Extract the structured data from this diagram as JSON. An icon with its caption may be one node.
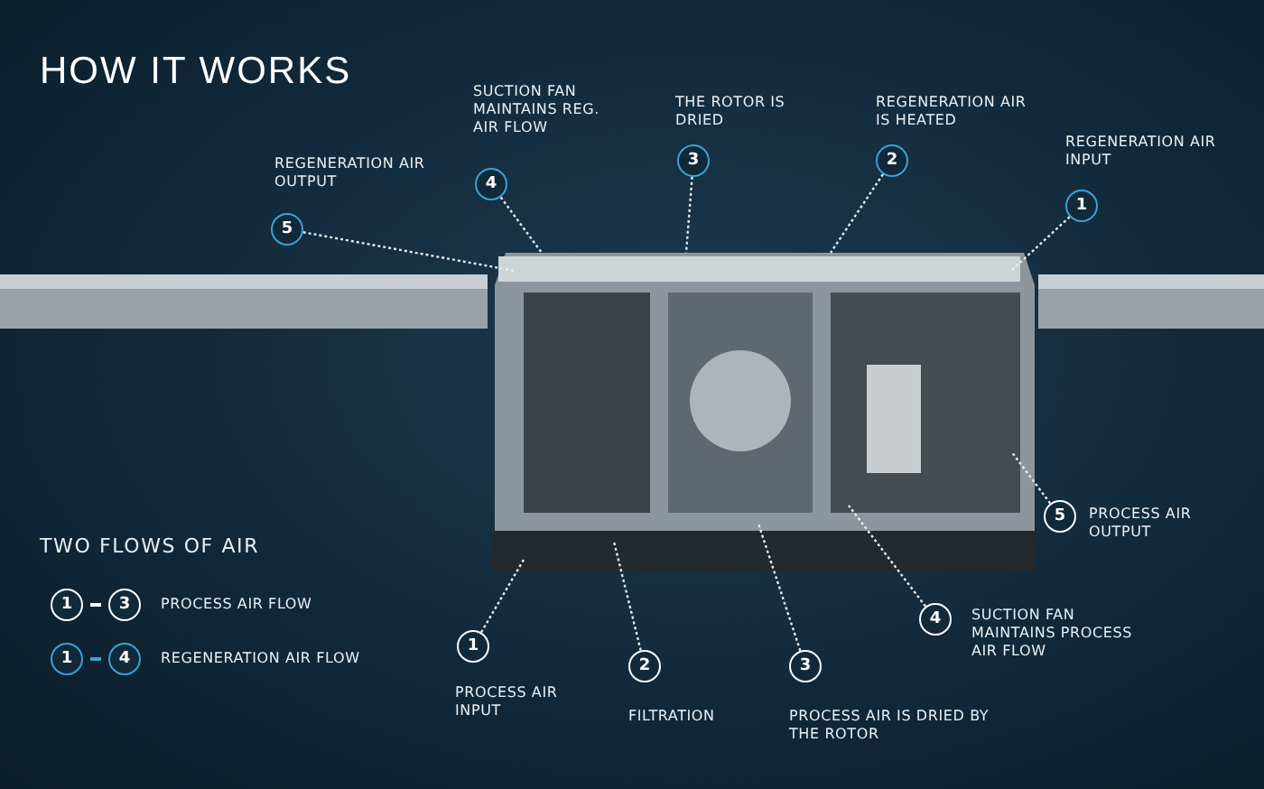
{
  "diagram": {
    "title": "HOW IT WORKS",
    "nodes": [
      {
        "text": [
          "5"
        ],
        "beside": [
          "REGENERATION AIR OUTPUT"
        ]
      },
      {
        "text": [
          "4"
        ],
        "beside": [
          "SUCTION FAN MAINTAINS REG. AIR FLOW"
        ]
      },
      {
        "text": [
          "3"
        ],
        "beside": [
          "THE ROTOR IS DRIED"
        ]
      },
      {
        "text": [
          "2"
        ],
        "beside": [
          "REGENERATION AIR IS HEATED"
        ]
      },
      {
        "text": [
          "1"
        ],
        "beside": [
          "REGENERATION AIR INPUT"
        ]
      },
      {
        "text": [
          "1"
        ],
        "beside": [
          "PROCESS AIR INPUT"
        ]
      },
      {
        "text": [
          "2"
        ],
        "beside": [
          "FILTRATION"
        ]
      },
      {
        "text": [
          "3"
        ],
        "beside": [
          "PROCESS AIR IS DRIED BY THE ROTOR"
        ]
      },
      {
        "text": [
          "4"
        ],
        "beside": [
          "SUCTION FAN MAINTAINS PROCESS AIR FLOW"
        ]
      },
      {
        "text": [
          "5"
        ],
        "beside": [
          "PROCESS AIR OUTPUT"
        ]
      },
      {
        "text": [],
        "shape": "picture"
      }
    ],
    "edges": [
      {
        "from": 0,
        "to": 10,
        "arrow": "none"
      },
      {
        "from": 1,
        "to": 10,
        "arrow": "none"
      },
      {
        "from": 2,
        "to": 10,
        "arrow": "none"
      },
      {
        "from": 3,
        "to": 10,
        "arrow": "none"
      },
      {
        "from": 4,
        "to": 10,
        "arrow": "none"
      },
      {
        "from": 5,
        "to": 10,
        "arrow": "none"
      },
      {
        "from": 6,
        "to": 10,
        "arrow": "none"
      },
      {
        "from": 7,
        "to": 10,
        "arrow": "none"
      },
      {
        "from": 8,
        "to": 10,
        "arrow": "none"
      },
      {
        "from": 9,
        "to": 10,
        "arrow": "none"
      }
    ],
    "labels": [
      "TWO FLOWS OF AIR",
      "1",
      "3",
      "PROCESS AIR FLOW",
      "1",
      "4",
      "REGENERATION AIR FLOW"
    ]
  }
}
